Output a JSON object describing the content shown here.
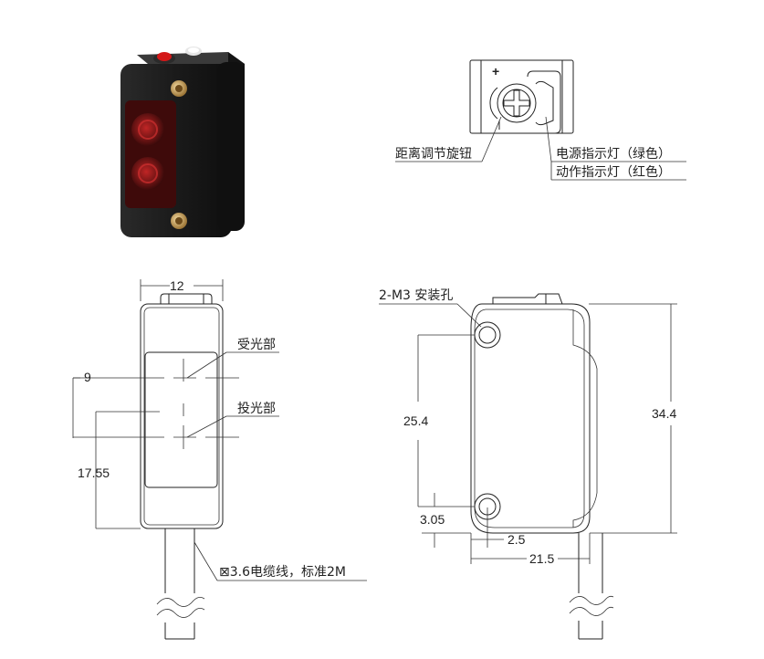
{
  "labels": {
    "adjust_knob": "距离调节旋钮",
    "power_led": "电源指示灯（绿色）",
    "action_led": "动作指示灯（红色）",
    "receiver": "受光部",
    "emitter": "投光部",
    "mount_hole": "2-M3 安装孔",
    "cable": "⊠3.6电缆线，标准2M",
    "plus_sign": "+"
  },
  "dimensions": {
    "front_width": "12",
    "lens_offset": "9",
    "lens_height": "17.55",
    "hole_pitch": "25.4",
    "body_height": "34.4",
    "hole_bottom": "3.05",
    "hole_side": "2.5",
    "body_width": "21.5"
  },
  "colors": {
    "body": "#1c1c1c",
    "lens": "#8a1d1d",
    "knob": "#d41818"
  }
}
